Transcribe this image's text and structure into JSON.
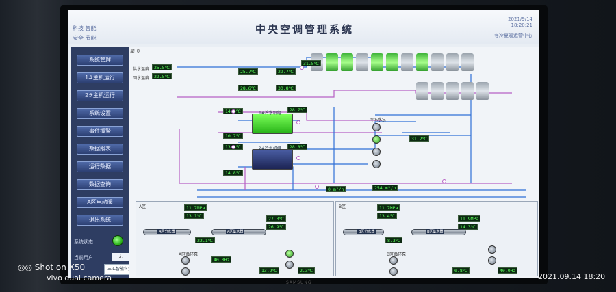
{
  "header": {
    "title": "中央空调管理系统",
    "left_line1_a": "科技",
    "left_line1_b": "智能",
    "left_line2_a": "安全",
    "left_line2_b": "节能",
    "date": "2021/9/14",
    "clock": "18:20:21",
    "org": "冬冷夏暖运营中心"
  },
  "sidebar": {
    "buttons": [
      "系统管理",
      "1#主机运行",
      "2#主机运行",
      "系统设置",
      "事件报警",
      "数据报表",
      "运行数据",
      "数据查询",
      "A区电动阀",
      "退出系统"
    ],
    "status_label": "系统状态",
    "current_user_label": "当前用户",
    "current_user_value": "无",
    "logo_text": "三汇智能科技"
  },
  "diagram": {
    "section_title": "屋顶",
    "supply_temp_label": "供水温度",
    "return_temp_label": "回水温度",
    "supply_temp": "25.5℃",
    "return_temp": "29.5℃",
    "readouts": {
      "r1": "25.7℃",
      "r2": "29.7℃",
      "r3": "28.6℃",
      "r4": "30.8℃",
      "r5": "31.5℃",
      "r6": "14.6℃",
      "r7": "10.7℃",
      "r8": "13.4℃",
      "r9": "28.7℃",
      "r10": "14.8℃",
      "r11": "28.8℃",
      "r12": "31.2℃",
      "r13": "0 m³/h",
      "r14": "254 m³/h"
    },
    "chiller1_label": "1#冷水机组",
    "chiller2_label": "2#冷水机组",
    "pump_group_label": "冷冻水泵",
    "zone_a": {
      "label": "A区",
      "r1": "11.7MPa",
      "r2": "13.1℃",
      "r3": "27.3℃",
      "r4": "26.9℃",
      "r5": "22.1℃",
      "r6": "13.9℃",
      "r7": "2.3℃",
      "r8": "40.0Hz",
      "hx1": "A区分水器",
      "hx2": "A区集水器",
      "pumps": "A区循环泵"
    },
    "zone_b": {
      "label": "B区",
      "r1": "11.7MPa",
      "r2": "13.4℃",
      "r3": "11.9MPa",
      "r4": "14.3℃",
      "r5": "8.3℃",
      "r6": "0.8℃",
      "r7": "40.0Hz",
      "hx1": "B区分水器",
      "hx2": "B区集水器",
      "pumps": "B区循环泵"
    }
  },
  "monitor_brand": "SAMSUNG",
  "watermark": {
    "line1": "Shot on X50",
    "line2": "vivo dual camera",
    "timestamp": "2021.09.14 18:20"
  },
  "colors": {
    "readout_bg": "#0d2a12",
    "readout_fg": "#5cff5c",
    "pipe_blue": "#2f6fd6",
    "pipe_purple": "#b75fc4",
    "sidebar": "#2e3d62"
  }
}
